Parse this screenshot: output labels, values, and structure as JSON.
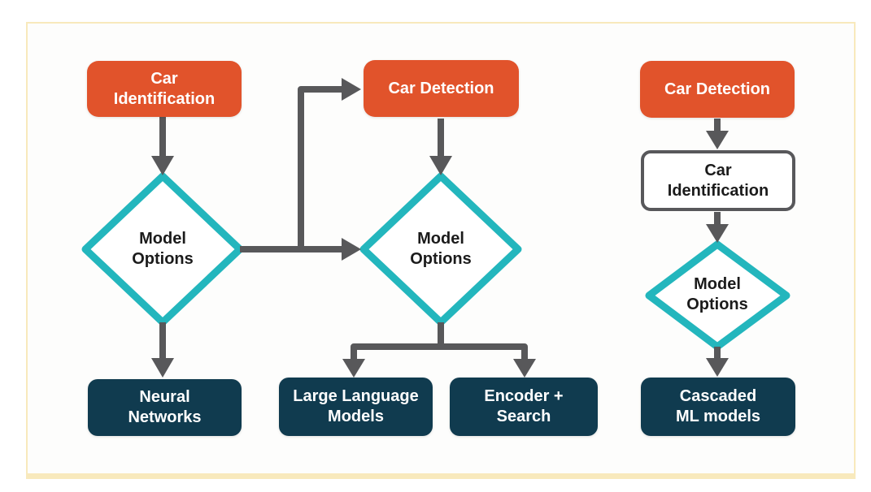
{
  "diagram_title": "",
  "palette": {
    "process_fill": "#E1532B",
    "result_fill": "#103B4F",
    "decision_stroke": "#23B6BD",
    "outline_stroke": "#58585B",
    "arrow_color": "#58585A",
    "text_light": "#FFFFFF",
    "text_dark": "#1B1B1B",
    "frame_border": "#F8E9BC",
    "frame_background": "#FDFDFC",
    "page_background": "#FFFFFF"
  },
  "nodes": {
    "left_car_identification": {
      "type": "process",
      "lines": [
        "Car",
        "Identification"
      ]
    },
    "left_model_options": {
      "type": "decision",
      "lines": [
        "Model",
        "Options"
      ]
    },
    "left_neural_networks": {
      "type": "result",
      "lines": [
        "Neural",
        "Networks"
      ]
    },
    "mid_car_detection": {
      "type": "process",
      "lines": [
        "Car Detection"
      ]
    },
    "mid_model_options": {
      "type": "decision",
      "lines": [
        "Model",
        "Options"
      ]
    },
    "mid_large_language_models": {
      "type": "result",
      "lines": [
        "Large Language",
        "Models"
      ]
    },
    "mid_encoder_search": {
      "type": "result",
      "lines": [
        "Encoder +",
        "Search"
      ]
    },
    "right_car_detection": {
      "type": "process",
      "lines": [
        "Car Detection"
      ]
    },
    "right_car_identification": {
      "type": "outlined",
      "lines": [
        "Car",
        "Identification"
      ]
    },
    "right_model_options": {
      "type": "decision",
      "lines": [
        "Model",
        "Options"
      ]
    },
    "right_cascaded_ml_models": {
      "type": "result",
      "lines": [
        "Cascaded",
        "ML models"
      ]
    }
  },
  "edges": [
    {
      "from": "left_car_identification",
      "to": "left_model_options"
    },
    {
      "from": "left_model_options",
      "to": "left_neural_networks"
    },
    {
      "from": "left_model_options",
      "to": "mid_car_detection"
    },
    {
      "from": "left_model_options",
      "to": "mid_model_options"
    },
    {
      "from": "mid_car_detection",
      "to": "mid_model_options"
    },
    {
      "from": "mid_model_options",
      "to": "mid_large_language_models"
    },
    {
      "from": "mid_model_options",
      "to": "mid_encoder_search"
    },
    {
      "from": "right_car_detection",
      "to": "right_car_identification"
    },
    {
      "from": "right_car_identification",
      "to": "right_model_options"
    },
    {
      "from": "right_model_options",
      "to": "right_cascaded_ml_models"
    }
  ]
}
